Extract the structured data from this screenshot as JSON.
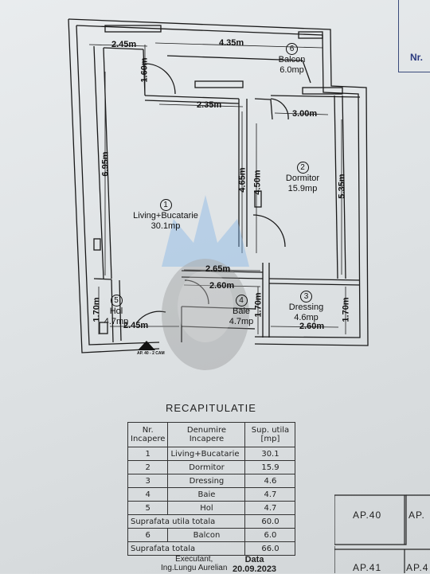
{
  "plan": {
    "dimensions": {
      "d_top_left": "2.45m",
      "d_top_right": "4.35m",
      "d_160": "1.60m",
      "d_235": "2.35m",
      "d_300": "3.00m",
      "d_695": "6.95m",
      "d_465": "4.65m",
      "d_450": "4.50m",
      "d_535": "5.35m",
      "d_265": "2.65m",
      "d_260_top": "2.60m",
      "d_170_left": "1.70m",
      "d_170_mid": "1.70m",
      "d_170_right": "1.70m",
      "d_245_bottom": "2.45m",
      "d_260_bottom": "2.60m"
    },
    "rooms": [
      {
        "num": "1",
        "name": "Living+Bucatarie",
        "area": "30.1mp"
      },
      {
        "num": "2",
        "name": "Dormitor",
        "area": "15.9mp"
      },
      {
        "num": "3",
        "name": "Dressing",
        "area": "4.6mp"
      },
      {
        "num": "4",
        "name": "Baie",
        "area": "4.7mp"
      },
      {
        "num": "5",
        "name": "Hol",
        "area": "4.7mp"
      },
      {
        "num": "6",
        "name": "Balcon",
        "area": "6.0mp"
      }
    ],
    "entrance_label": "AP. 40 - 2 CAM",
    "corner_label": "Nr."
  },
  "recap": {
    "title": "RECAPITULATIE",
    "headers": {
      "nr": "Nr. Incapere",
      "name": "Denumire Incapere",
      "area": "Sup. utila [mp]"
    },
    "rows": [
      {
        "nr": "1",
        "name": "Living+Bucatarie",
        "area": "30.1"
      },
      {
        "nr": "2",
        "name": "Dormitor",
        "area": "15.9"
      },
      {
        "nr": "3",
        "name": "Dressing",
        "area": "4.6"
      },
      {
        "nr": "4",
        "name": "Baie",
        "area": "4.7"
      },
      {
        "nr": "5",
        "name": "Hol",
        "area": "4.7"
      }
    ],
    "total_useful_label": "Suprafata utila totala",
    "total_useful": "60.0",
    "balcony_row": {
      "nr": "6",
      "name": "Balcon",
      "area": "6.0"
    },
    "total_label": "Suprafata totala",
    "total": "66.0"
  },
  "signature": {
    "executant": "Executant,",
    "name": "Ing.Lungu Aurelian",
    "date_label": "Data",
    "date": "20.09.2023"
  },
  "building_plan": {
    "ap40": "AP.40",
    "ap4x_top": "AP.",
    "ap41": "AP.41",
    "ap4x_bottom": "AP.4"
  }
}
